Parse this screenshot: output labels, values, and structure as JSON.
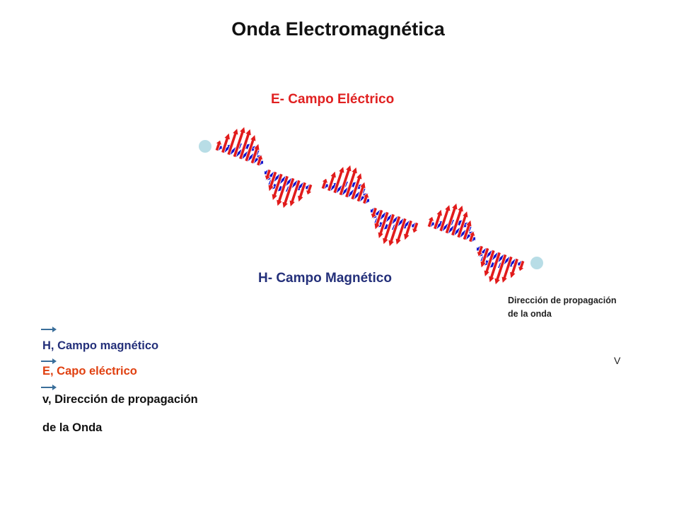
{
  "title": "Onda Electromagnética",
  "e_field_label": "E- Campo Eléctrico",
  "h_field_label": "H- Campo Magnético",
  "direction_label": {
    "line1": "Dirección de propagación",
    "line2": "de la onda"
  },
  "velocity_symbol": "V",
  "legend": [
    {
      "text": "H, Campo magnético",
      "color": "#24307a"
    },
    {
      "text": "E, Capo eléctrico",
      "color": "#e04010"
    },
    {
      "text": "v, Dirección de propagación",
      "color": "#111111"
    },
    {
      "text": "de la Onda",
      "color": "#111111"
    }
  ],
  "colors": {
    "electric_field": "#e11b1b",
    "magnetic_field": "#1212cc",
    "endpoint": "#b8dde6",
    "vector_arrow": "#3a6e9a"
  }
}
